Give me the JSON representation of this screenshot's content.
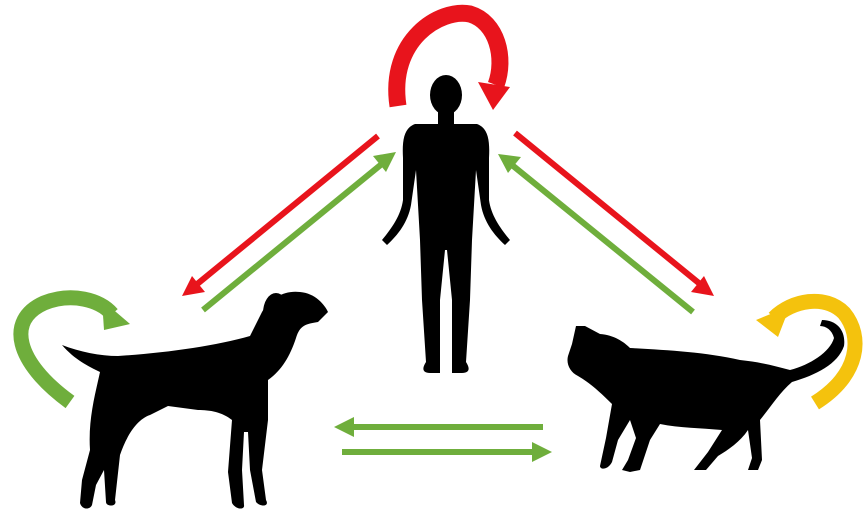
{
  "diagram": {
    "nodes": [
      {
        "id": "human",
        "icon": "human-silhouette-icon"
      },
      {
        "id": "dog",
        "icon": "dog-silhouette-icon"
      },
      {
        "id": "cat",
        "icon": "cat-silhouette-icon"
      }
    ],
    "edges": [
      {
        "from": "human",
        "to": "human",
        "kind": "self-loop",
        "color": "#e8141c"
      },
      {
        "from": "dog",
        "to": "dog",
        "kind": "self-loop",
        "color": "#6fae3c"
      },
      {
        "from": "cat",
        "to": "cat",
        "kind": "self-loop",
        "color": "#f4c20d"
      },
      {
        "from": "human",
        "to": "dog",
        "color": "#e8141c"
      },
      {
        "from": "dog",
        "to": "human",
        "color": "#6fae3c"
      },
      {
        "from": "human",
        "to": "cat",
        "color": "#e8141c"
      },
      {
        "from": "cat",
        "to": "human",
        "color": "#6fae3c"
      },
      {
        "from": "cat",
        "to": "dog",
        "color": "#6fae3c"
      },
      {
        "from": "dog",
        "to": "cat",
        "color": "#6fae3c"
      }
    ],
    "colors": {
      "red": "#e8141c",
      "green": "#6fae3c",
      "yellow": "#f4c20d",
      "silhouette": "#000000"
    }
  }
}
